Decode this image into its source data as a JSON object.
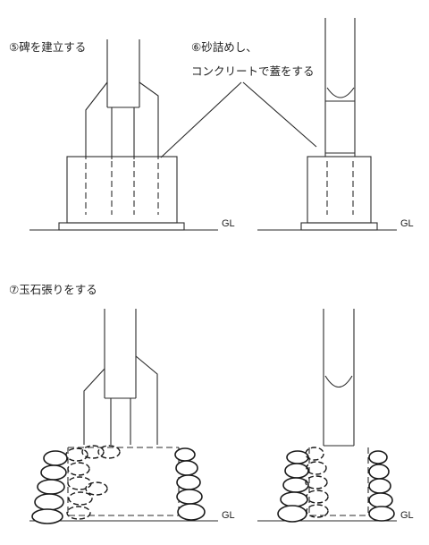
{
  "steps": {
    "step5": {
      "label": "⑤碑を建立する"
    },
    "step6": {
      "line1": "⑥砂詰めし、",
      "line2": "コンクリートで蓋をする"
    },
    "step7": {
      "label": "⑦玉石張りをする"
    }
  },
  "ground_label": "GL"
}
